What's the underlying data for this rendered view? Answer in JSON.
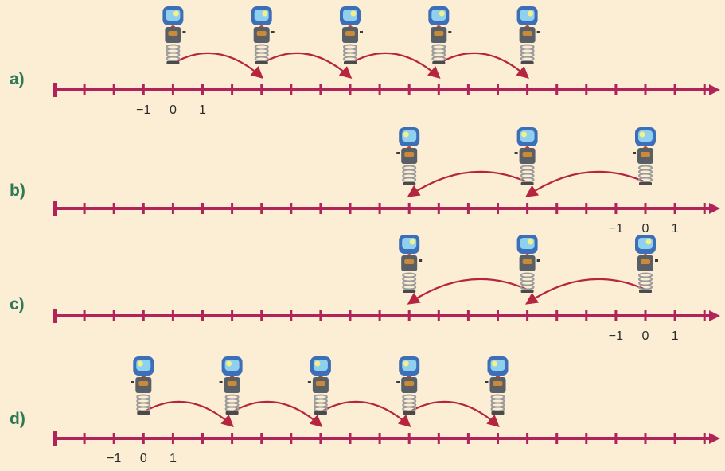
{
  "rows": [
    {
      "label": "a)",
      "tick_labels": [
        "−1",
        "0",
        "1"
      ],
      "origin_tick": 4,
      "robot_ticks": [
        4,
        7,
        10,
        13,
        16
      ],
      "facing": "right",
      "jump_direction": "right"
    },
    {
      "label": "b)",
      "tick_labels": [
        "−1",
        "0",
        "1"
      ],
      "origin_tick": 20,
      "robot_ticks": [
        12,
        16,
        20
      ],
      "facing": "left",
      "jump_direction": "left"
    },
    {
      "label": "c)",
      "tick_labels": [
        "−1",
        "0",
        "1"
      ],
      "origin_tick": 20,
      "robot_ticks": [
        12,
        16,
        20
      ],
      "facing": "right",
      "jump_direction": "left"
    },
    {
      "label": "d)",
      "tick_labels": [
        "−1",
        "0",
        "1"
      ],
      "origin_tick": 3,
      "robot_ticks": [
        3,
        6,
        9,
        12,
        15
      ],
      "facing": "left",
      "jump_direction": "right"
    }
  ],
  "colors": {
    "background": "#fbeed4",
    "number_line": "#b0245a",
    "arrow": "#b5253f",
    "label": "#2e7a56",
    "tick_text": "#2a2a2a",
    "robot_head": "#3d6fb8",
    "robot_head_light": "#8fd0ee",
    "robot_body": "#5a5f66",
    "robot_spring": "#9a9a9a"
  },
  "icon": "hopping-robot-icon"
}
